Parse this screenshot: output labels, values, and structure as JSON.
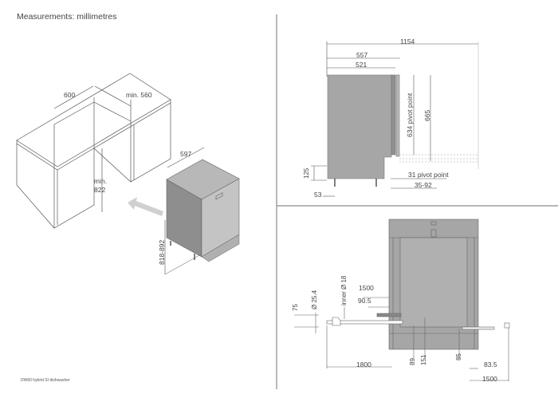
{
  "header": {
    "title": "Measurements: millimetres"
  },
  "footer": {
    "caption": "DW60 hybrid SI dishwasher"
  },
  "colors": {
    "appliance_fill": "#a6a6a6",
    "appliance_dark": "#8e8e8e",
    "line": "#555555",
    "divider": "#8a8a8a",
    "arrow": "#d0d0d0"
  },
  "iso_view": {
    "niche_width": "600",
    "niche_depth": "min. 560",
    "niche_height_label": "min.",
    "niche_height_value": "822",
    "appliance_width": "597",
    "appliance_height": "818-892"
  },
  "side_view": {
    "total_depth_door_open": "1154",
    "depth_with_door": "557",
    "body_depth": "521",
    "pivot_height": "634 pivot point",
    "door_height": "665",
    "plinth_height": "125",
    "foot_offset": "53",
    "pivot_offset": "31 pivot point",
    "plinth_offset": "35-92"
  },
  "rear_view": {
    "hose_length_left": "1500",
    "inlet_offset": "90.5",
    "inner_diameter": "inner Ø 18",
    "outer_diameter": "Ø 25.4",
    "drain_height": "75",
    "drain_hose_length": "1800",
    "drain_height_89": "89",
    "inlet_height_151": "151",
    "power_height": "85",
    "power_offset": "83.5",
    "power_cable_length": "1500"
  }
}
